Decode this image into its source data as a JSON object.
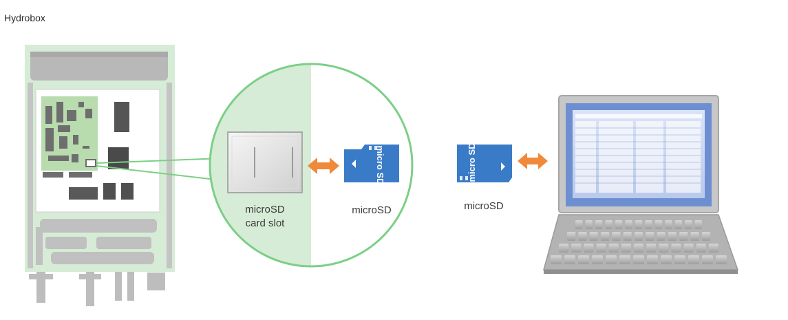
{
  "title": "Hydrobox",
  "labels": {
    "slot_line1": "microSD",
    "slot_line2": "card slot",
    "card1": "microSD",
    "card2": "microSD"
  },
  "card_text": "micro SD",
  "colors": {
    "green_light": "#d6ecd6",
    "green_line": "#7ccf86",
    "board_green": "#b8dcae",
    "orange": "#f08a3a",
    "card_blue": "#3a7bc8",
    "screen_blue": "#6d8fd1",
    "device_gray": "#b9b9b9"
  },
  "icons": [
    "hydrobox-unit-icon",
    "magnifier-circle",
    "microsd-card-icon",
    "laptop-icon",
    "double-arrow-icon"
  ]
}
